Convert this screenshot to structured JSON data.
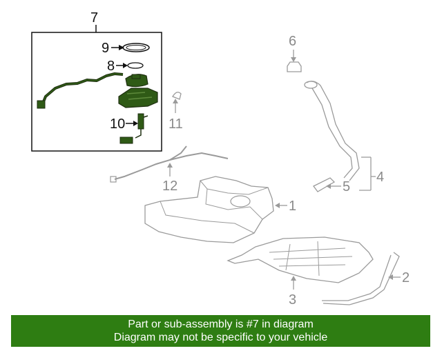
{
  "diagram": {
    "callouts": {
      "c1": "1",
      "c2": "2",
      "c3": "3",
      "c4": "4",
      "c5": "5",
      "c6": "6",
      "c7": "7",
      "c8": "8",
      "c9": "9",
      "c10": "10",
      "c11": "11",
      "c12": "12"
    },
    "colors": {
      "highlight_fill": "#2f5a16",
      "highlight_stroke": "#1e2e10",
      "outline_grey": "#9a9a9a",
      "leader_dark": "#111111"
    }
  },
  "banner": {
    "line1": "Part or sub-assembly is #7 in diagram",
    "line2": "Diagram may not be specific to your vehicle",
    "background": "#2e7d12"
  }
}
